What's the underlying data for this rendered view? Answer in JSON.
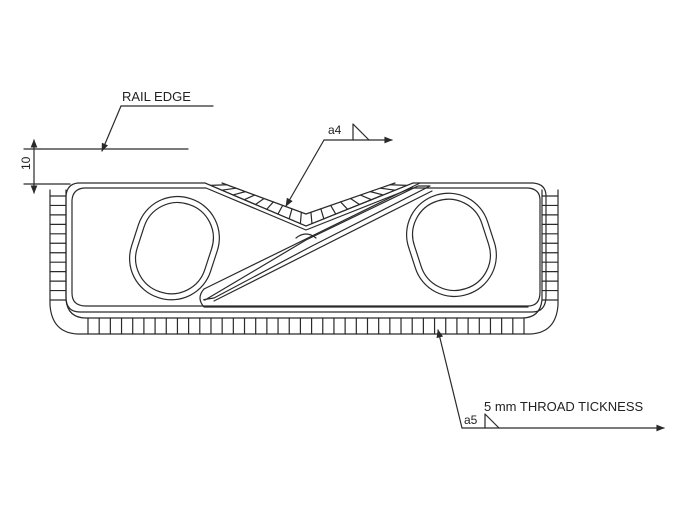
{
  "labels": {
    "rail_edge": "RAIL EDGE",
    "dimension": "10",
    "weld_a4": "a4",
    "weld_a5": "a5",
    "throat_note": "5 mm THROAD TICKNESS"
  },
  "colors": {
    "line": "#2a2a2a",
    "background": "#ffffff"
  },
  "weld_pattern": {
    "bottom_hatch_count": 40,
    "left_hatch_count": 12,
    "right_hatch_count": 12
  }
}
